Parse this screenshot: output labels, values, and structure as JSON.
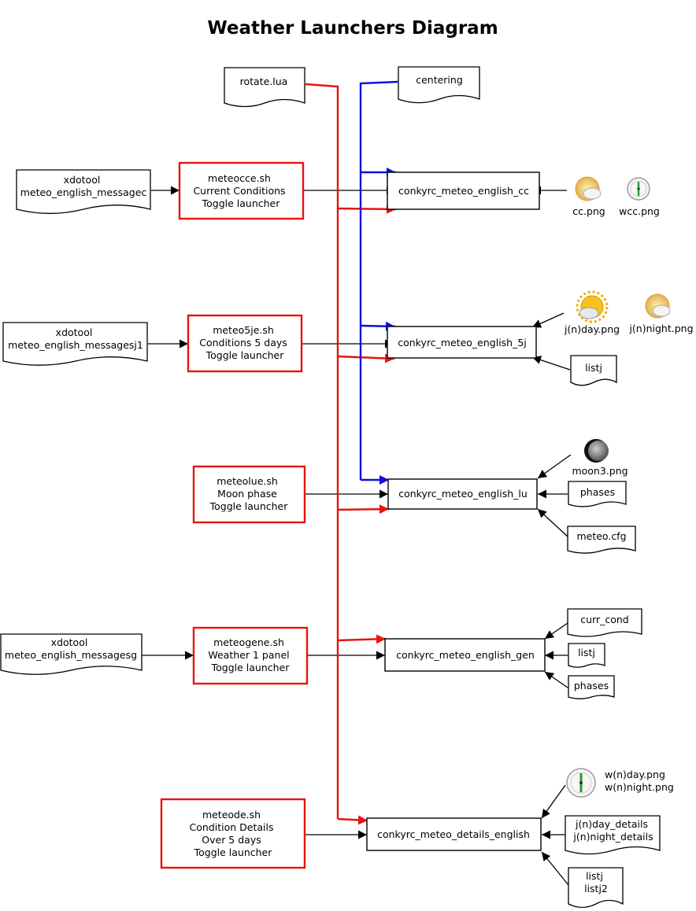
{
  "title": "Weather Launchers Diagram",
  "nodes": {
    "rotate": {
      "lines": [
        "rotate.lua"
      ]
    },
    "centering": {
      "lines": [
        "centering"
      ]
    },
    "xdo_cc": {
      "lines": [
        "xdotool",
        "meteo_english_messagec"
      ]
    },
    "launch_cc": {
      "lines": [
        "meteocce.sh",
        "Current Conditions",
        "Toggle launcher"
      ]
    },
    "conky_cc": {
      "lines": [
        "conkyrc_meteo_english_cc"
      ]
    },
    "cc_png": {
      "lines": [
        "cc.png"
      ]
    },
    "wcc_png": {
      "lines": [
        "wcc.png"
      ]
    },
    "xdo_5j": {
      "lines": [
        "xdotool",
        "meteo_english_messagesj1"
      ]
    },
    "launch_5j": {
      "lines": [
        "meteo5je.sh",
        "Conditions 5 days",
        "Toggle launcher"
      ]
    },
    "conky_5j": {
      "lines": [
        "conkyrc_meteo_english_5j"
      ]
    },
    "jday_png": {
      "lines": [
        "j(n)day.png"
      ]
    },
    "jnight_png": {
      "lines": [
        "j(n)night.png"
      ]
    },
    "listj_5j": {
      "lines": [
        "listj"
      ]
    },
    "launch_lu": {
      "lines": [
        "meteolue.sh",
        "Moon phase",
        "Toggle launcher"
      ]
    },
    "conky_lu": {
      "lines": [
        "conkyrc_meteo_english_lu"
      ]
    },
    "moon_png": {
      "lines": [
        "moon3.png"
      ]
    },
    "phases_lu": {
      "lines": [
        "phases"
      ]
    },
    "meteo_cfg": {
      "lines": [
        "meteo.cfg"
      ]
    },
    "xdo_gen": {
      "lines": [
        "xdotool",
        "meteo_english_messagesg"
      ]
    },
    "launch_gen": {
      "lines": [
        "meteogene.sh",
        "Weather 1 panel",
        "Toggle launcher"
      ]
    },
    "conky_gen": {
      "lines": [
        "conkyrc_meteo_english_gen"
      ]
    },
    "curr_cond": {
      "lines": [
        "curr_cond"
      ]
    },
    "listj_gen": {
      "lines": [
        "listj"
      ]
    },
    "phases_gen": {
      "lines": [
        "phases"
      ]
    },
    "launch_det": {
      "lines": [
        "meteode.sh",
        "Condition Details",
        "Over 5 days",
        "Toggle launcher"
      ]
    },
    "conky_det": {
      "lines": [
        "conkyrc_meteo_details_english"
      ]
    },
    "wday_png": {
      "lines": [
        "w(n)day.png",
        "w(n)night.png"
      ]
    },
    "jday_details": {
      "lines": [
        "j(n)day_details",
        "j(n)night_details"
      ]
    },
    "listj_det": {
      "lines": [
        "listj",
        "listj2"
      ]
    }
  },
  "colors": {
    "rotate_wire": "#e8130f",
    "centering_wire": "#0a0fe0",
    "launcher_border": "#e8130f",
    "edge": "#000000"
  }
}
